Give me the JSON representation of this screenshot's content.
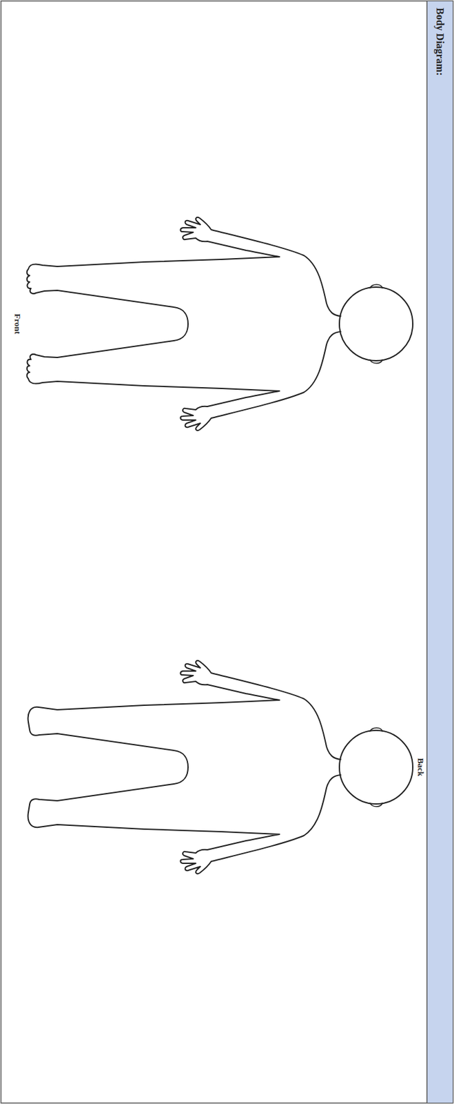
{
  "diagram": {
    "title": "Body Diagram:",
    "labels": [
      "Front",
      "Back"
    ]
  }
}
